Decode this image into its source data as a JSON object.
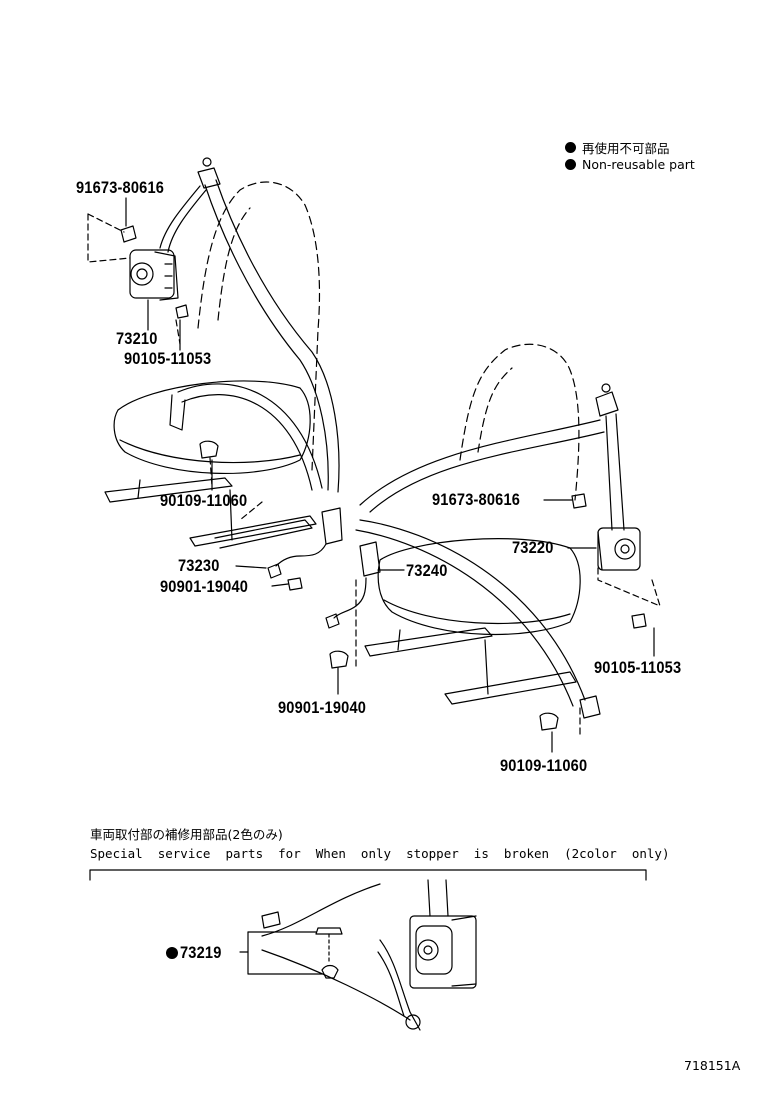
{
  "legend": {
    "items": [
      {
        "icon": "filled-dot-icon",
        "label": "再使用不可部品"
      },
      {
        "icon": "filled-dot-icon",
        "label": "Non-reusable part"
      }
    ]
  },
  "parts": {
    "driver_bolt_top": "91673-80616",
    "driver_retractor": "73210",
    "driver_retractor_bolt": "90105-11053",
    "driver_anchor_bolt": "90109-11060",
    "driver_buckle": "73230",
    "driver_buckle_bolt": "90901-19040",
    "pass_bolt_top": "91673-80616",
    "pass_retractor": "73220",
    "pass_buckle": "73240",
    "pass_retractor_bolt": "90105-11053",
    "pass_buckle_bolt": "90901-19040",
    "pass_anchor_bolt": "90109-11060",
    "stopper_part": "73219"
  },
  "special": {
    "title_jp": "車両取付部の補修用部品(2色のみ)",
    "title_en": "Special  service  parts  for  When  only  stopper  is  broken  (2color  only)"
  },
  "footer": {
    "code": "718151A"
  }
}
